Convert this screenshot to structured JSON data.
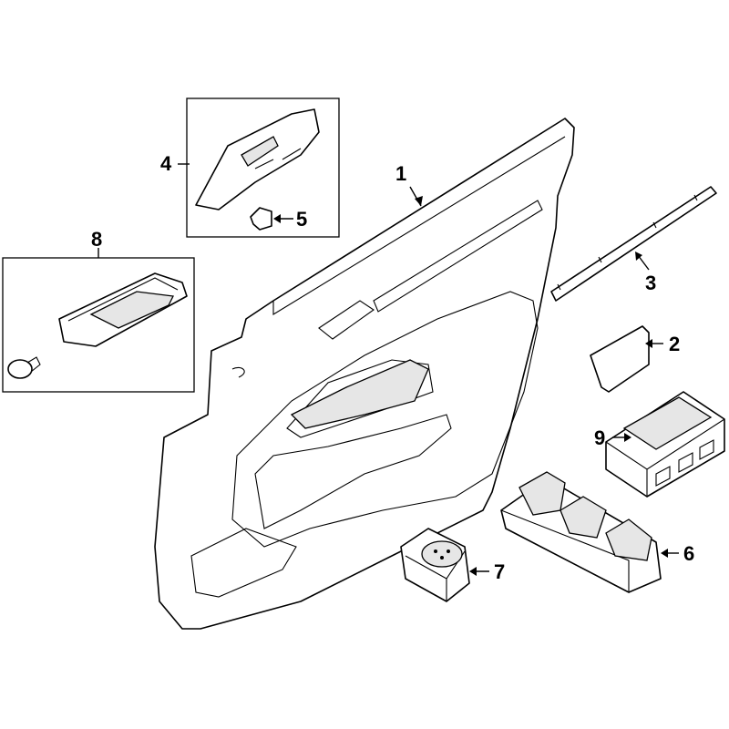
{
  "diagram": {
    "type": "exploded parts diagram",
    "callouts": [
      {
        "id": "1",
        "label": "1"
      },
      {
        "id": "2",
        "label": "2"
      },
      {
        "id": "3",
        "label": "3"
      },
      {
        "id": "4",
        "label": "4"
      },
      {
        "id": "5",
        "label": "5"
      },
      {
        "id": "6",
        "label": "6"
      },
      {
        "id": "7",
        "label": "7"
      },
      {
        "id": "8",
        "label": "8"
      },
      {
        "id": "9",
        "label": "9"
      }
    ]
  }
}
